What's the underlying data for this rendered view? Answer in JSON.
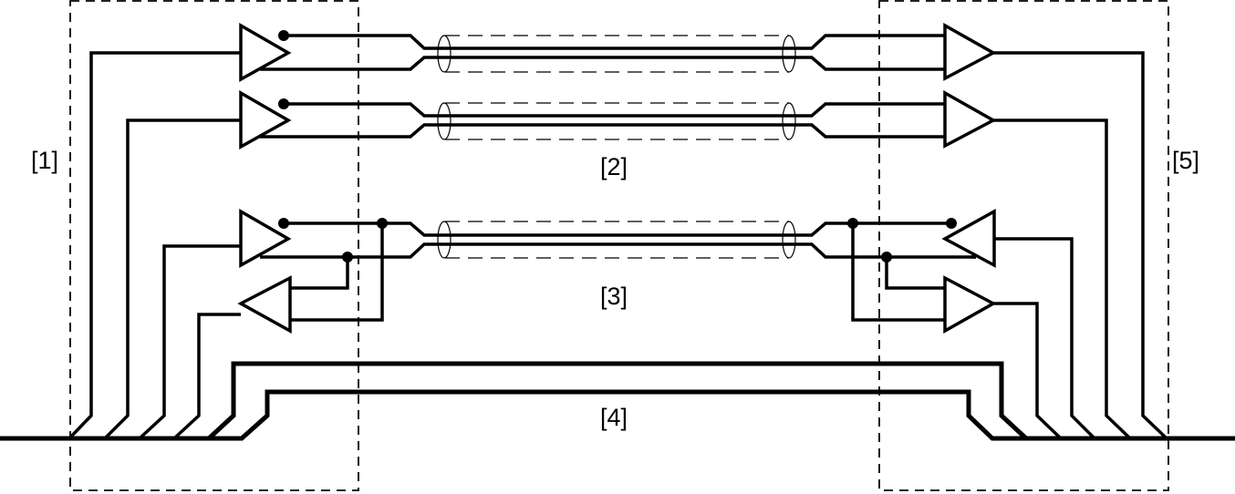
{
  "labels": {
    "l1": "[1]",
    "l2": "[2]",
    "l3": "[3]",
    "l4": "[4]",
    "l5": "[5]"
  },
  "colors": {
    "line": "#000000",
    "background": "#ffffff"
  }
}
